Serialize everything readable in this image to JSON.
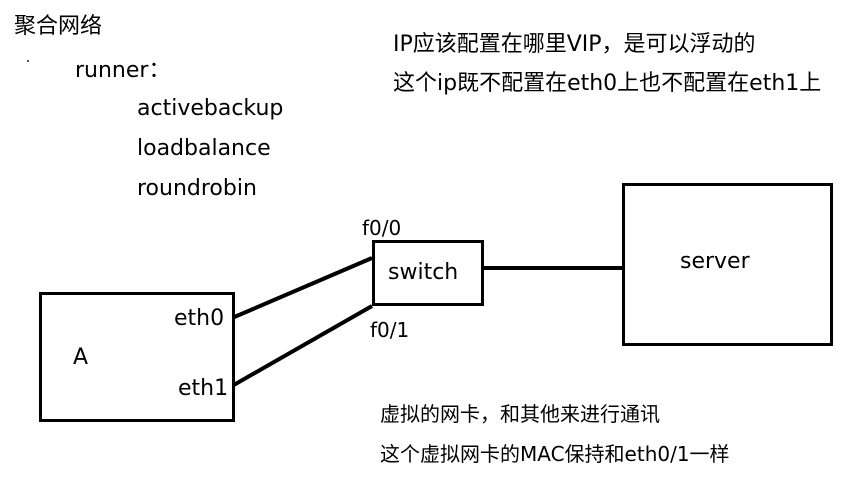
{
  "heading": "聚合网络",
  "runner_label": "runner：",
  "runner_modes": [
    "activebackup",
    "loadbalance",
    "roundrobin"
  ],
  "note_top": [
    "IP应该配置在哪里VIP，是可以浮动的",
    "这个ip既不配置在eth0上也不配置在eth1上"
  ],
  "note_bottom": [
    "虚拟的网卡，和其他来进行通讯",
    "这个虚拟网卡的MAC保持和eth0/1一样"
  ],
  "nodes": {
    "host_a": "A",
    "eth0": "eth0",
    "eth1": "eth1",
    "switch": "switch",
    "server": "server",
    "port_f00": "f0/0",
    "port_f01": "f0/1"
  }
}
